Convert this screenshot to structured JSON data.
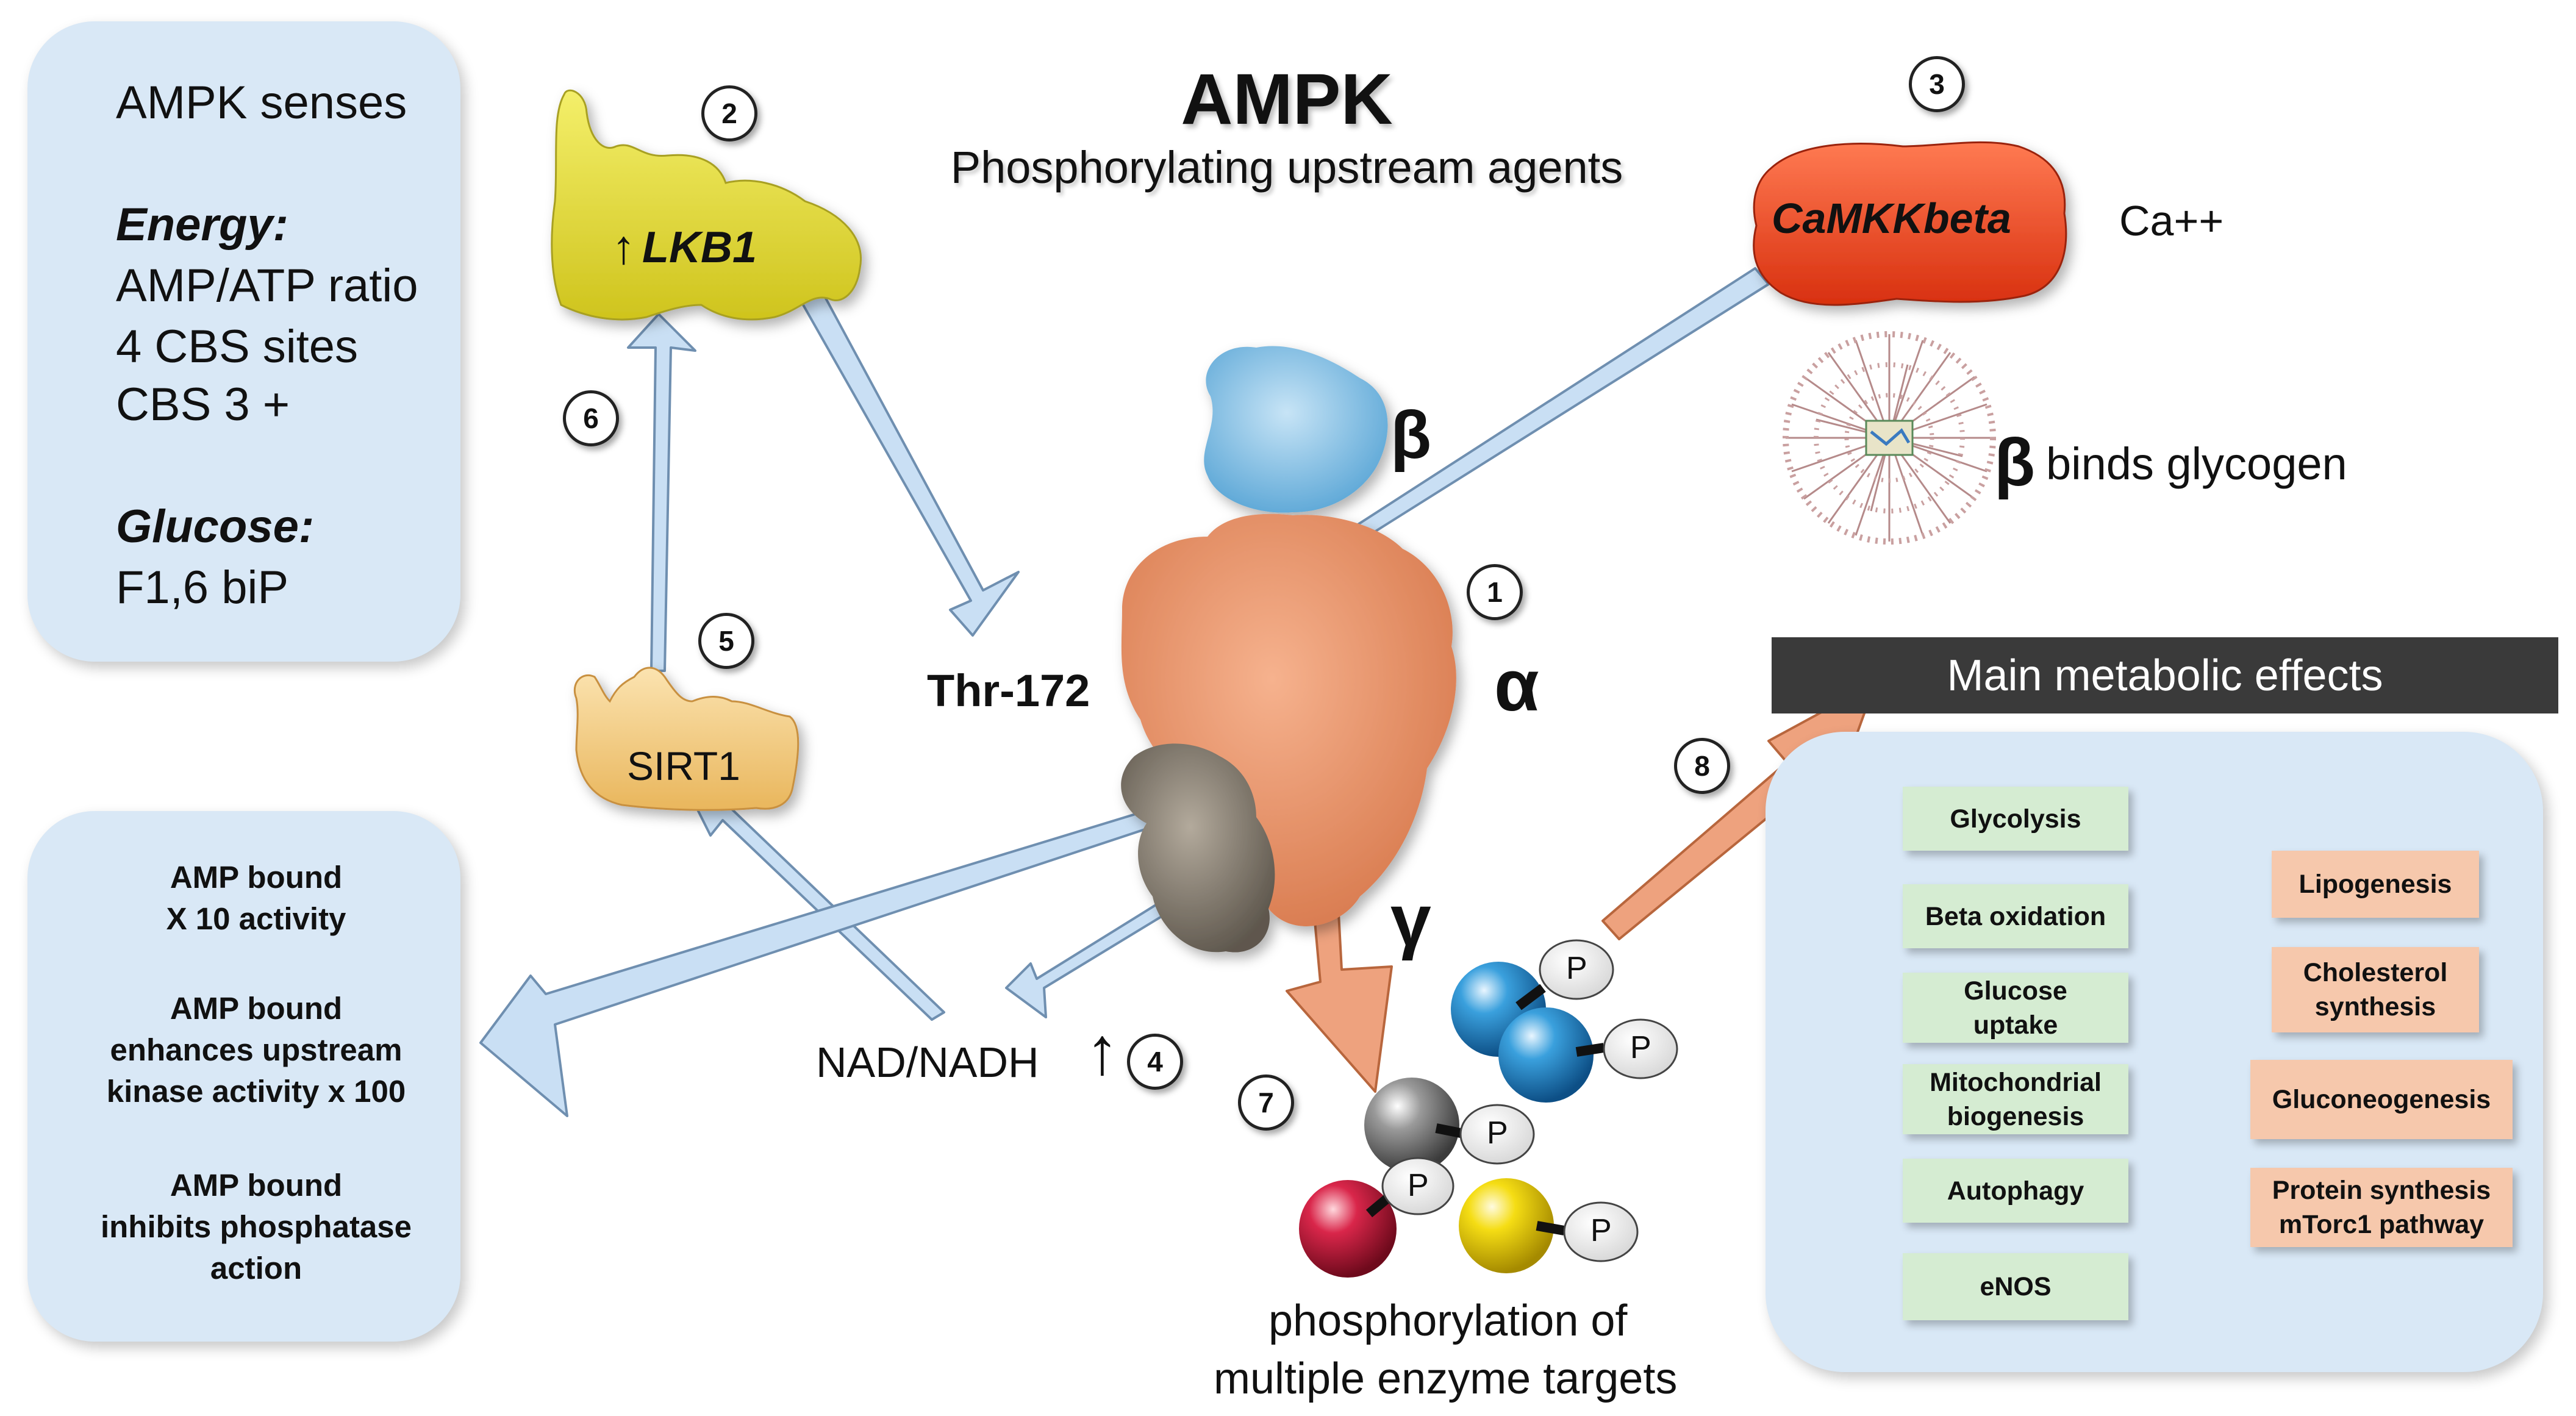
{
  "title": "AMPK",
  "subtitle": "Phosphorylating upstream agents",
  "senses_panel": {
    "heading": "AMPK senses",
    "energy_label": "Energy:",
    "energy_lines": [
      "AMP/ATP ratio",
      "4 CBS sites",
      "CBS 3 +"
    ],
    "glucose_label": "Glucose:",
    "glucose_lines": [
      "F1,6 biP"
    ]
  },
  "amp_panel": {
    "items": [
      "AMP bound\nX 10 activity",
      "AMP bound\nenhances upstream\nkinase activity x 100",
      "AMP bound\ninhibits phosphatase\naction"
    ]
  },
  "proteins": {
    "lkb1": "LKB1",
    "lkb1_arrow": "↑",
    "sirt1": "SIRT1",
    "camkk": "CaMKKbeta"
  },
  "labels": {
    "ca": "Ca++",
    "beta_glycogen_symbol": "β",
    "binds_glycogen": "binds glycogen",
    "beta": "β",
    "alpha": "α",
    "gamma": "γ",
    "thr172": "Thr-172",
    "nad": "NAD/NADH",
    "nad_arrow": "↑",
    "phospho_line1": "phosphorylation of",
    "phospho_line2": "multiple enzyme targets",
    "p": "P"
  },
  "badges": [
    "1",
    "2",
    "3",
    "4",
    "5",
    "6",
    "7",
    "8"
  ],
  "effects_panel": {
    "header": "Main metabolic effects",
    "activated": [
      "Glycolysis",
      "Beta oxidation",
      "Glucose\nuptake",
      "Mitochondrial\nbiogenesis",
      "Autophagy",
      "eNOS"
    ],
    "inhibited": [
      "Lipogenesis",
      "Cholesterol\nsynthesis",
      "Gluconeogenesis",
      "Protein synthesis\nmTorc1 pathway"
    ]
  },
  "colors": {
    "panel_blue": "#d9e8f6",
    "lkb1_yellow": "#e3dc3a",
    "sirt1_peach": "#f2c77e",
    "camkk_red": "#e8401c",
    "alpha_orange": "#e8936a",
    "beta_blue": "#8fc3e3",
    "gamma_gray": "#8c8478",
    "arrow_blue": "#c9dff4",
    "arrow_orange": "#eea27e",
    "green_box": "#d5ecd2",
    "orange_box": "#f6c8ac"
  },
  "icons": [
    "traffic-light-green-icon",
    "traffic-light-red-icon",
    "glycogen-icon",
    "phospho-sphere-icon"
  ]
}
